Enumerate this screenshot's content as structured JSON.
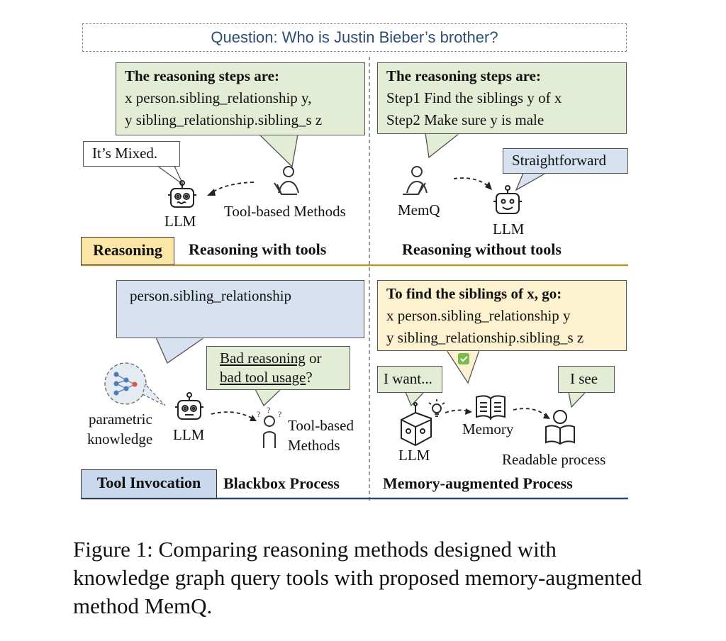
{
  "question": "Question: Who is Justin Bieber’s brother?",
  "q1": {
    "bubble_title": "The reasoning steps are:",
    "bubble_line1": "x person.sibling_relationship y,",
    "bubble_line2": "y sibling_relationship.sibling_s z",
    "llm_bubble": "It’s Mixed.",
    "llm_label": "LLM",
    "tool_label": "Tool-based Methods",
    "tag": "Reasoning",
    "section": "Reasoning with tools"
  },
  "q2": {
    "bubble_title": "The reasoning steps are:",
    "bubble_line1": "Step1 Find the siblings y of x",
    "bubble_line2": "Step2 Make sure y is male",
    "llm_bubble": "Straightforward",
    "memq_label": "MemQ",
    "llm_label": "LLM",
    "section": "Reasoning without tools"
  },
  "q3": {
    "bubble_text": "person.sibling_relationship",
    "question_bubble_part1": "Bad reasoning",
    "question_bubble_part2": " or",
    "question_bubble_part3": "bad tool usage",
    "question_bubble_part4": "?",
    "param_label1": "parametric",
    "param_label2": "knowledge",
    "llm_label": "LLM",
    "tool_label1": "Tool-based",
    "tool_label2": "Methods",
    "tag": "Tool Invocation",
    "section": "Blackbox Process"
  },
  "q4": {
    "bubble_title": "To find the siblings of x, go:",
    "bubble_line1": "x person.sibling_relationship y",
    "bubble_line2": "y sibling_relationship.sibling_s z",
    "want_bubble": "I want...",
    "see_bubble": "I see",
    "llm_label": "LLM",
    "memory_label": "Memory",
    "readable_label": "Readable process",
    "section": "Memory-augmented Process"
  },
  "caption": "Figure 1: Comparing reasoning methods designed with knowledge graph query tools with proposed memory-augmented method MemQ.",
  "colors": {
    "question_text": "#2d4f73",
    "green_bubble": "#e3edd6",
    "blue_bubble": "#d7e1ef",
    "yellow_bubble": "#fdf2cf",
    "reasoning_tag": "#fbe6a6",
    "tool_tag": "#c9d8ec",
    "gold_line": "#b8962e",
    "navy_line": "#2c4a6e",
    "error_red": "#c0392b",
    "check_green": "#7cbb4a"
  }
}
